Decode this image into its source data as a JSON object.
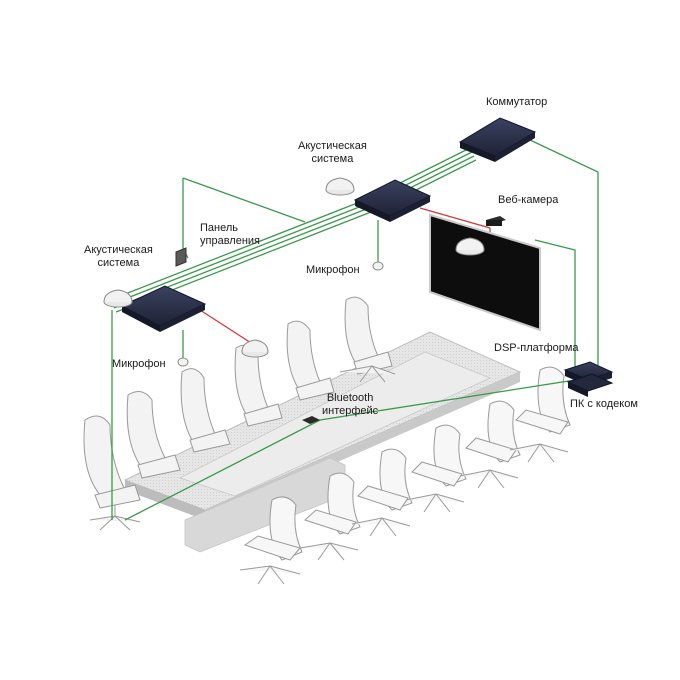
{
  "labels": {
    "switch": "Коммутатор",
    "speaker_right_line1": "Акустическая",
    "speaker_right_line2": "система",
    "speaker_left_line1": "Акустическая",
    "speaker_left_line2": "система",
    "control_panel_line1": "Панель",
    "control_panel_line2": "управления",
    "webcam": "Веб-камера",
    "mic_center": "Микрофон",
    "mic_left": "Микрофон",
    "dsp": "DSP-платформа",
    "bluetooth_line1": "Bluetooth",
    "bluetooth_line2": "интерфейс",
    "pc_codec": "ПК с кодеком"
  },
  "colors": {
    "cable_green": "#3a9a4a",
    "cable_red": "#d23a3a",
    "device_dark": "#2a2f45",
    "screen": "#0d0d0d",
    "table": "#dcdcdc",
    "chair": "#f2f2f2"
  }
}
